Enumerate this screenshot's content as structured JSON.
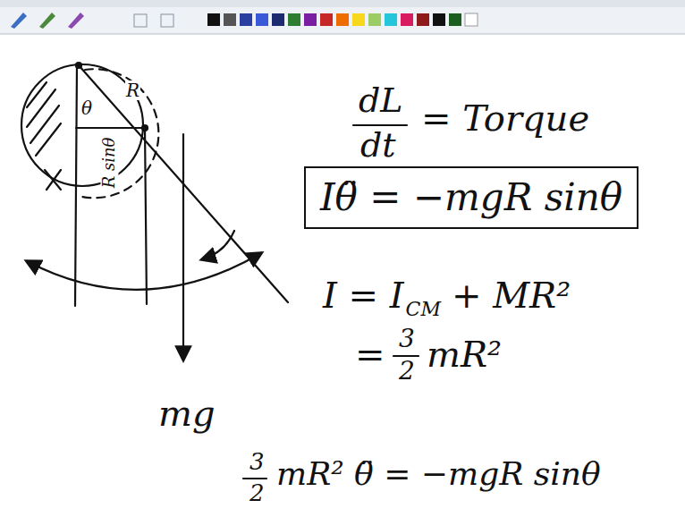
{
  "diagram": {
    "nodes": [
      {
        "text": [
          "Iθ̈ = −mgR sinθ"
        ]
      }
    ],
    "labels": [
      "θ",
      "R",
      "R sinθ",
      "mg",
      "dL",
      "dt",
      "= Torque",
      "I = I",
      "CM",
      "+ MR²",
      "=",
      "3",
      "2",
      "mR²",
      "3",
      "2",
      "mR² θ̈ = −mgR sinθ"
    ]
  }
}
